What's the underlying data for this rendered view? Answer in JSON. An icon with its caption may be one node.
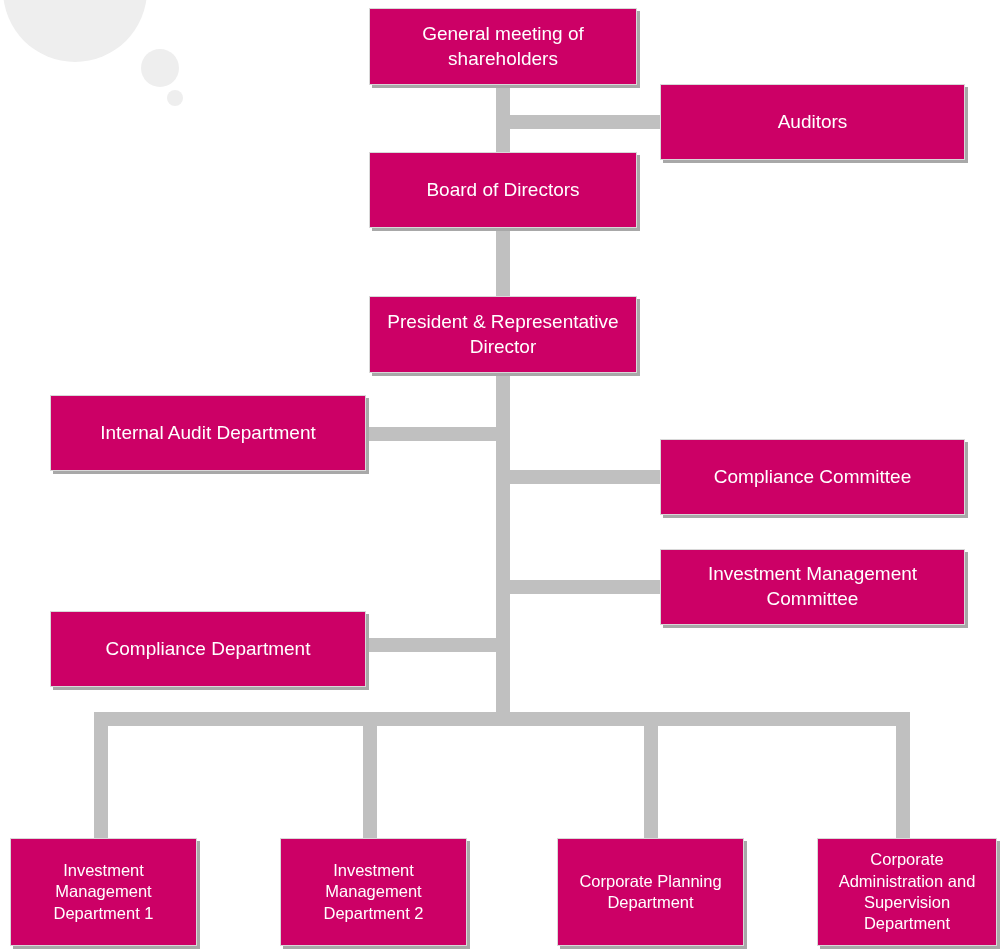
{
  "diagram": {
    "nodes": [
      {
        "text": [
          "General meeting of shareholders"
        ]
      },
      {
        "text": [
          "Auditors"
        ]
      },
      {
        "text": [
          "Board of Directors"
        ]
      },
      {
        "text": [
          "President & Representative Director"
        ]
      },
      {
        "text": [
          "Internal Audit Department"
        ]
      },
      {
        "text": [
          "Compliance Committee"
        ]
      },
      {
        "text": [
          "Investment Management Committee"
        ]
      },
      {
        "text": [
          "Compliance Department"
        ]
      },
      {
        "text": [
          "Investment Management Department 1"
        ]
      },
      {
        "text": [
          "Investment Management Department 2"
        ]
      },
      {
        "text": [
          "Corporate Planning Department"
        ]
      },
      {
        "text": [
          "Corporate Administration and Supervision Department"
        ]
      }
    ],
    "edges": [
      {
        "from": 0,
        "to": 2,
        "arrow": "none"
      },
      {
        "from": 0,
        "to": 1,
        "arrow": "none"
      },
      {
        "from": 2,
        "to": 3,
        "arrow": "none"
      },
      {
        "from": 3,
        "to": 4,
        "arrow": "none"
      },
      {
        "from": 3,
        "to": 5,
        "arrow": "none"
      },
      {
        "from": 3,
        "to": 6,
        "arrow": "none"
      },
      {
        "from": 3,
        "to": 7,
        "arrow": "none"
      },
      {
        "from": 3,
        "to": 8,
        "arrow": "none"
      },
      {
        "from": 3,
        "to": 9,
        "arrow": "none"
      },
      {
        "from": 3,
        "to": 10,
        "arrow": "none"
      },
      {
        "from": 3,
        "to": 11,
        "arrow": "none"
      }
    ]
  }
}
